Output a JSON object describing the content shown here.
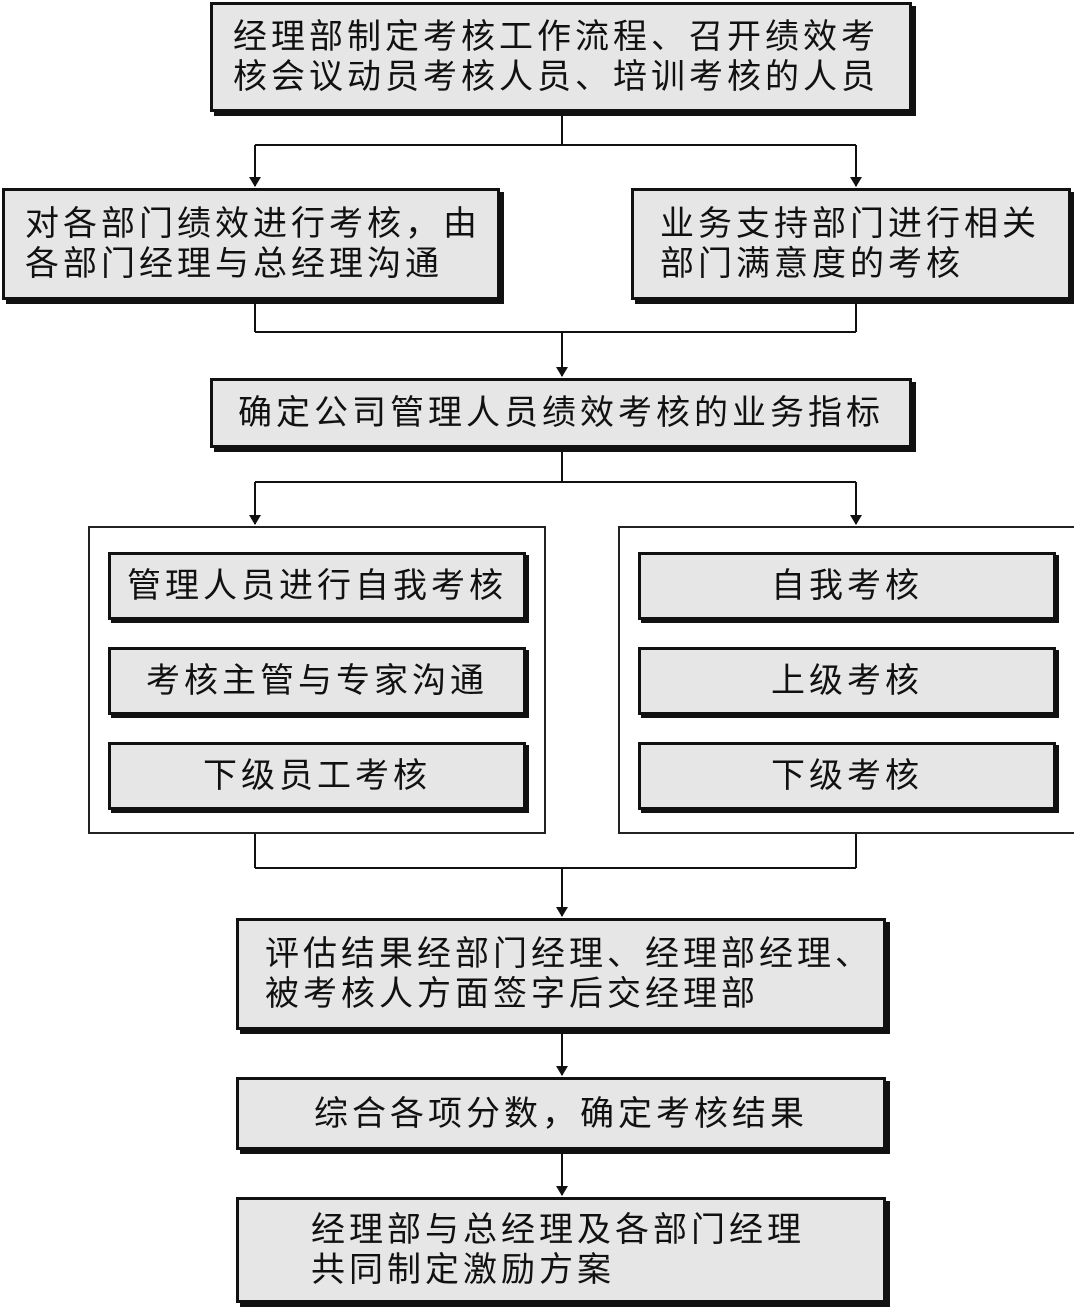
{
  "flow": {
    "top": {
      "line1": "经理部制定考核工作流程、召开绩效考",
      "line2": "核会议动员考核人员、培训考核的人员"
    },
    "left_branch": {
      "line1": "对各部门绩效进行考核，由",
      "line2": "各部门经理与总经理沟通"
    },
    "right_branch": {
      "line1": "业务支持部门进行相关",
      "line2": "部门满意度的考核"
    },
    "indicator": {
      "text": "确定公司管理人员绩效考核的业务指标"
    },
    "left_group": {
      "items": [
        "管理人员进行自我考核",
        "考核主管与专家沟通",
        "下级员工考核"
      ]
    },
    "right_group": {
      "items": [
        "自我考核",
        "上级考核",
        "下级考核"
      ]
    },
    "evaluation": {
      "line1": "评估结果经部门经理、经理部经理、",
      "line2": "被考核人方面签字后交经理部"
    },
    "result": {
      "text": "综合各项分数，确定考核结果"
    },
    "final": {
      "line1": "经理部与总经理及各部门经理",
      "line2": "共同制定激励方案"
    }
  }
}
